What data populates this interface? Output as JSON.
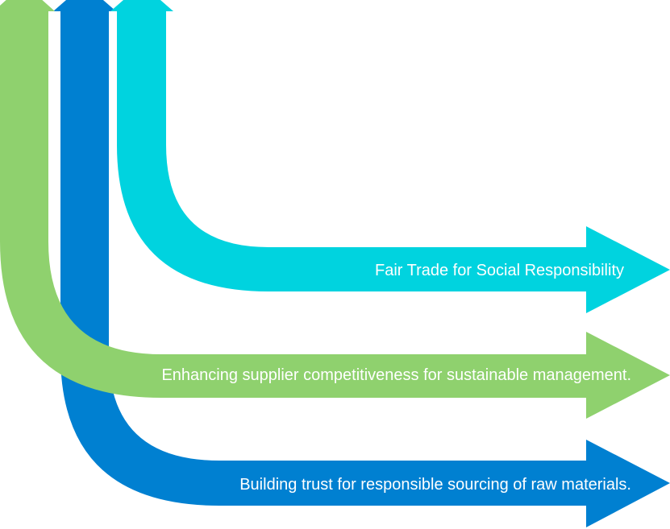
{
  "diagram": {
    "arrows": [
      {
        "id": "fair-trade",
        "label": "Fair Trade for Social Responsibility",
        "color": "#00d3df"
      },
      {
        "id": "supplier",
        "label": "Enhancing supplier competitiveness for sustainable management.",
        "color": "#8fd16e"
      },
      {
        "id": "raw-materials",
        "label": "Building trust for responsible sourcing of raw materials.",
        "color": "#0080d1"
      }
    ]
  }
}
